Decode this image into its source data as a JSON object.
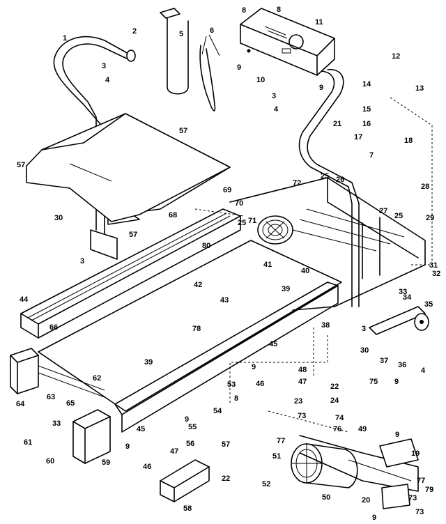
{
  "labels": [
    {
      "id": "l1",
      "text": "1"
    },
    {
      "id": "l2",
      "text": "2"
    },
    {
      "id": "l3a",
      "text": "3"
    },
    {
      "id": "l4a",
      "text": "4"
    },
    {
      "id": "l5",
      "text": "5"
    },
    {
      "id": "l6",
      "text": "6"
    },
    {
      "id": "l8a",
      "text": "8"
    },
    {
      "id": "l8b",
      "text": "8"
    },
    {
      "id": "l9a",
      "text": "9"
    },
    {
      "id": "l10",
      "text": "10"
    },
    {
      "id": "l11",
      "text": "11"
    },
    {
      "id": "l9b",
      "text": "9"
    },
    {
      "id": "l3b",
      "text": "3"
    },
    {
      "id": "l4b",
      "text": "4"
    },
    {
      "id": "l12",
      "text": "12"
    },
    {
      "id": "l14",
      "text": "14"
    },
    {
      "id": "l13",
      "text": "13"
    },
    {
      "id": "l15",
      "text": "15"
    },
    {
      "id": "l16",
      "text": "16"
    },
    {
      "id": "l17",
      "text": "17"
    },
    {
      "id": "l7",
      "text": "7"
    },
    {
      "id": "l18",
      "text": "18"
    },
    {
      "id": "l21",
      "text": "21"
    },
    {
      "id": "l57a",
      "text": "57"
    },
    {
      "id": "l57b",
      "text": "57"
    },
    {
      "id": "l68",
      "text": "68"
    },
    {
      "id": "l57c",
      "text": "57"
    },
    {
      "id": "l69",
      "text": "69"
    },
    {
      "id": "l70",
      "text": "70"
    },
    {
      "id": "l72",
      "text": "72"
    },
    {
      "id": "l25a",
      "text": "25"
    },
    {
      "id": "l26",
      "text": "26"
    },
    {
      "id": "l28",
      "text": "28"
    },
    {
      "id": "l27",
      "text": "27"
    },
    {
      "id": "l25b",
      "text": "25"
    },
    {
      "id": "l29",
      "text": "29"
    },
    {
      "id": "l30a",
      "text": "30"
    },
    {
      "id": "l3c",
      "text": "3"
    },
    {
      "id": "l25c",
      "text": "25"
    },
    {
      "id": "l71",
      "text": "71"
    },
    {
      "id": "l80",
      "text": "80"
    },
    {
      "id": "l41",
      "text": "41"
    },
    {
      "id": "l42",
      "text": "42"
    },
    {
      "id": "l40",
      "text": "40"
    },
    {
      "id": "l31",
      "text": "31"
    },
    {
      "id": "l32",
      "text": "32"
    },
    {
      "id": "l33",
      "text": "33"
    },
    {
      "id": "l34",
      "text": "34"
    },
    {
      "id": "l35",
      "text": "35"
    },
    {
      "id": "l44",
      "text": "44"
    },
    {
      "id": "l66",
      "text": "66"
    },
    {
      "id": "l43",
      "text": "43"
    },
    {
      "id": "l39a",
      "text": "39"
    },
    {
      "id": "l38",
      "text": "38"
    },
    {
      "id": "l3d",
      "text": "3"
    },
    {
      "id": "l30b",
      "text": "30"
    },
    {
      "id": "l37",
      "text": "37"
    },
    {
      "id": "l36",
      "text": "36"
    },
    {
      "id": "l4c",
      "text": "4"
    },
    {
      "id": "l78",
      "text": "78"
    },
    {
      "id": "l45a",
      "text": "45"
    },
    {
      "id": "l9c",
      "text": "9"
    },
    {
      "id": "l48",
      "text": "48"
    },
    {
      "id": "l46a",
      "text": "46"
    },
    {
      "id": "l47a",
      "text": "47"
    },
    {
      "id": "l39b",
      "text": "39"
    },
    {
      "id": "l62",
      "text": "62"
    },
    {
      "id": "l53",
      "text": "53"
    },
    {
      "id": "l22a",
      "text": "22"
    },
    {
      "id": "l64",
      "text": "64"
    },
    {
      "id": "l65",
      "text": "65"
    },
    {
      "id": "l63",
      "text": "63"
    },
    {
      "id": "l8c",
      "text": "8"
    },
    {
      "id": "l54",
      "text": "54"
    },
    {
      "id": "l23",
      "text": "23"
    },
    {
      "id": "l24",
      "text": "24"
    },
    {
      "id": "l75",
      "text": "75"
    },
    {
      "id": "l9d",
      "text": "9"
    },
    {
      "id": "l61",
      "text": "61"
    },
    {
      "id": "l33b",
      "text": "33"
    },
    {
      "id": "l9e",
      "text": "9"
    },
    {
      "id": "l55",
      "text": "55"
    },
    {
      "id": "l45b",
      "text": "45"
    },
    {
      "id": "l56",
      "text": "56"
    },
    {
      "id": "l73a",
      "text": "73"
    },
    {
      "id": "l74",
      "text": "74"
    },
    {
      "id": "l76",
      "text": "76"
    },
    {
      "id": "l49",
      "text": "49"
    },
    {
      "id": "l77a",
      "text": "77"
    },
    {
      "id": "l60",
      "text": "60"
    },
    {
      "id": "l59",
      "text": "59"
    },
    {
      "id": "l9f",
      "text": "9"
    },
    {
      "id": "l47b",
      "text": "47"
    },
    {
      "id": "l57d",
      "text": "57"
    },
    {
      "id": "l9g",
      "text": "9"
    },
    {
      "id": "l46b",
      "text": "46"
    },
    {
      "id": "l51",
      "text": "51"
    },
    {
      "id": "l22b",
      "text": "22"
    },
    {
      "id": "l19",
      "text": "19"
    },
    {
      "id": "l52",
      "text": "52"
    },
    {
      "id": "l77b",
      "text": "77"
    },
    {
      "id": "l79",
      "text": "79"
    },
    {
      "id": "l50",
      "text": "50"
    },
    {
      "id": "l58",
      "text": "58"
    },
    {
      "id": "l20",
      "text": "20"
    },
    {
      "id": "l73b",
      "text": "73"
    },
    {
      "id": "l9h",
      "text": "9"
    },
    {
      "id": "l73c",
      "text": "73"
    }
  ]
}
